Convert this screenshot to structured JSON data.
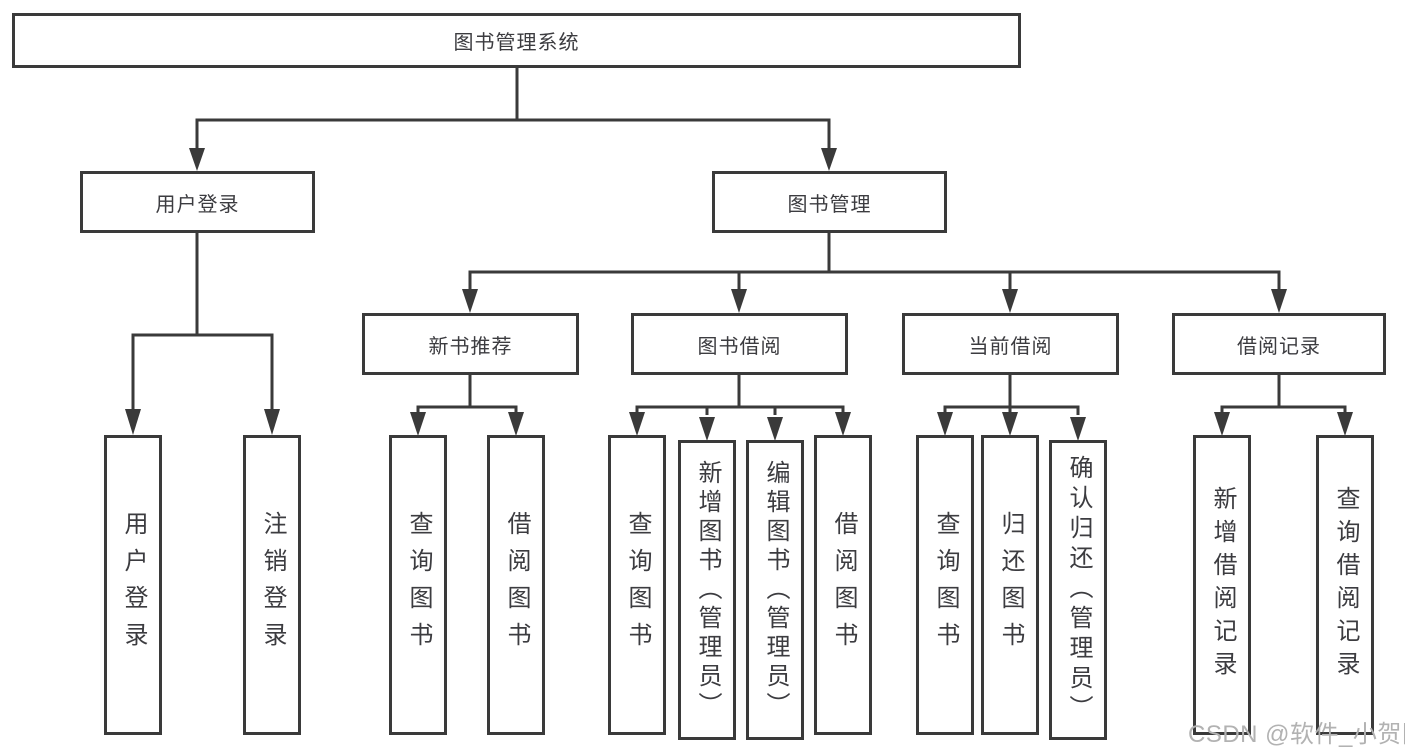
{
  "diagram": {
    "title": "图书管理系统",
    "branches": [
      {
        "label": "用户登录",
        "leaves": [
          {
            "label": "用户登录"
          },
          {
            "label": "注销登录"
          }
        ]
      },
      {
        "label": "图书管理",
        "groups": [
          {
            "label": "新书推荐",
            "leaves": [
              {
                "label": "查询图书"
              },
              {
                "label": "借阅图书"
              }
            ]
          },
          {
            "label": "图书借阅",
            "leaves": [
              {
                "label": "查询图书"
              },
              {
                "label": "新增图书（管理员）"
              },
              {
                "label": "编辑图书（管理员）"
              },
              {
                "label": "借阅图书"
              }
            ]
          },
          {
            "label": "当前借阅",
            "leaves": [
              {
                "label": "查询图书"
              },
              {
                "label": "归还图书"
              },
              {
                "label": "确认归还（管理员）"
              }
            ]
          },
          {
            "label": "借阅记录",
            "leaves": [
              {
                "label": "新增借阅记录"
              },
              {
                "label": "查询借阅记录"
              }
            ]
          }
        ]
      }
    ]
  },
  "watermark": {
    "text": "CSDN @软件_小贺同学"
  },
  "colors": {
    "line": "#3a3a3a",
    "box_border": "#3a3a3a",
    "text": "#3c3c40",
    "background": "#ffffff",
    "watermark": "#b2b2b2"
  }
}
